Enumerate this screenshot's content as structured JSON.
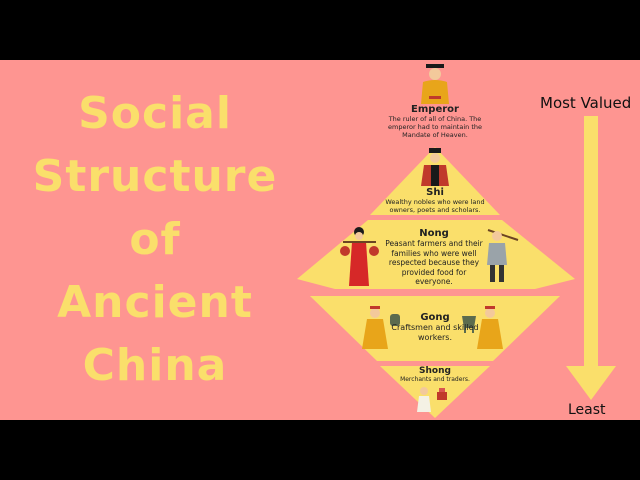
{
  "title_lines": [
    "Social",
    "Structure",
    "of",
    "Ancient",
    "China"
  ],
  "arrow": {
    "top_label": "Most Valued",
    "bottom_label": "Least"
  },
  "tiers": [
    {
      "name": "Emperor",
      "description": "The ruler of all of China. The emperor had to maintain the Mandate of Heaven."
    },
    {
      "name": "Shi",
      "description": "Wealthy nobles who were land owners, poets and scholars."
    },
    {
      "name": "Nong",
      "description": "Peasant farmers and their families who were well respected because they provided food for everyone."
    },
    {
      "name": "Gong",
      "description": "Craftsmen and skilled workers."
    },
    {
      "name": "Shong",
      "description": "Merchants and traders."
    }
  ],
  "colors": {
    "background": "#fe9591",
    "pyramid": "#fadf6b",
    "arrow": "#fadf6b",
    "title": "#fadf6b"
  },
  "icons": [
    "emperor-figure-icon",
    "noble-figure-icon",
    "peasant-woman-icon",
    "farmer-figure-icon",
    "craftsman-figure-icon",
    "bronze-vessel-icon",
    "merchant-figure-icon",
    "merchant-goods-icon"
  ]
}
